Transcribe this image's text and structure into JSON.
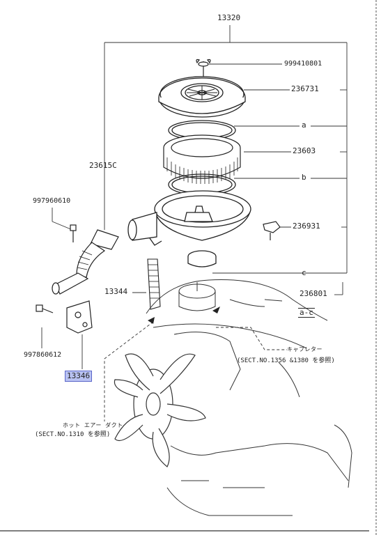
{
  "diagram": {
    "parts": {
      "assembly": "13320",
      "wing_nut": "999410801",
      "cover": "236731",
      "ring_a": "a",
      "filter": "23603",
      "ring_b": "b",
      "hose_left": "23615C",
      "bolt_upper": "997960610",
      "sensor": "236931",
      "ring_c": "c",
      "duct_hose": "13344",
      "gasket_kit": "236801",
      "kit_range": "a-c",
      "bolt_lower": "997860612",
      "bracket": "13346"
    },
    "notes": {
      "carb_jp": "キャブレター",
      "carb_ref": "(SECT.NO.1356 &1380 を参照)",
      "duct_jp": "ホット エアー ダクト",
      "duct_ref": "(SECT.NO.1310 を参照)"
    },
    "highlight_color": "#b9c2f2"
  }
}
